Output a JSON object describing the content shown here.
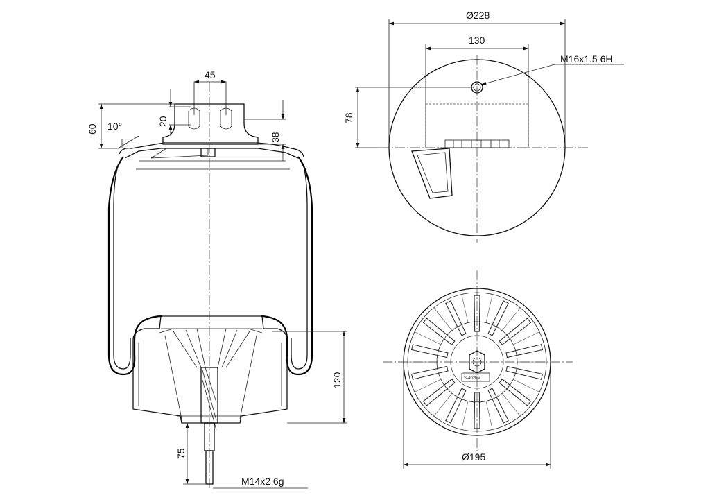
{
  "dimensions": {
    "d228": "Ø228",
    "w130": "130",
    "thread_top": "M16x1.5 6H",
    "h78": "78",
    "w45": "45",
    "h20": "20",
    "h60": "60",
    "angle": "10°",
    "h38": "38",
    "h120": "120",
    "h75": "75",
    "thread_bottom": "M14x2 6g",
    "d195": "Ø195"
  },
  "plate_marking": "S-4026M"
}
